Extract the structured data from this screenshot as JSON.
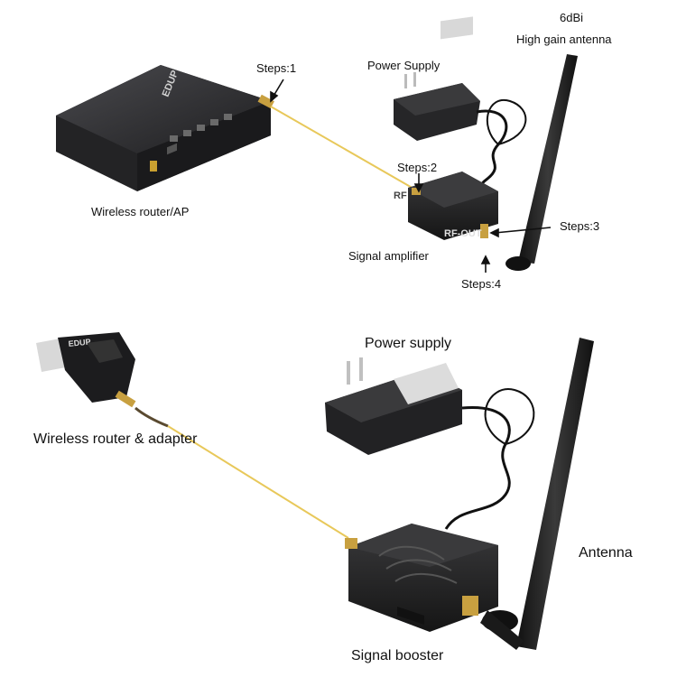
{
  "top_diagram": {
    "antenna_gain": "6dBi",
    "antenna_label": "High gain antenna",
    "power_supply_label": "Power Supply",
    "router_label": "Wireless router/AP",
    "amplifier_label": "Signal amplifier",
    "router_brand": "EDUP",
    "port_in": "RF",
    "port_out": "RF-OUT",
    "steps": [
      "Steps:1",
      "Steps:2",
      "Steps:3",
      "Steps:4"
    ]
  },
  "bottom_diagram": {
    "power_supply_label": "Power supply",
    "adapter_label": "Wireless router & adapter",
    "antenna_label": "Antenna",
    "booster_label": "Signal booster",
    "adapter_brand": "EDUP"
  },
  "colors": {
    "device_body": "#2b2b2d",
    "device_dark": "#1a1a1a",
    "cable_gold": "#e8c85a",
    "connector_gold": "#c8a040",
    "antenna": "#222222"
  }
}
